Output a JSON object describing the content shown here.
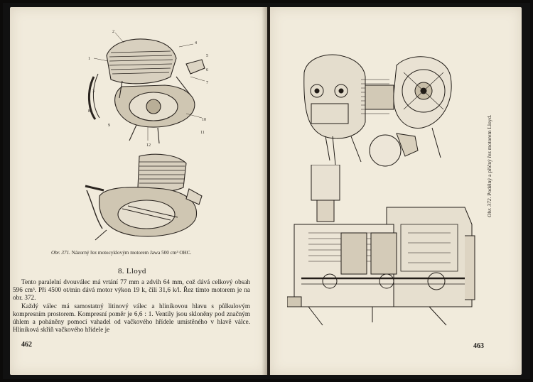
{
  "left_page": {
    "figure_top_labels": [
      "1",
      "2",
      "3",
      "4",
      "5",
      "6",
      "7",
      "8",
      "9",
      "10",
      "11",
      "12"
    ],
    "caption": {
      "label": "Obr. 371.",
      "text": "Názorný řez motocyklovým motorem Jawa 500 cm³ OHC."
    },
    "section_title": "8. Lloyd",
    "paragraphs": [
      "Tento paralelní dvouválec má vrtání 77 mm a zdvih 64 mm, což dává celkový obsah 596 cm³. Při 4500 ot/min dává motor výkon 19 k, čili 31,6 k/l. Řez tímto motorem je na obr. 372.",
      "Každý válec má samostatný litinový válec a hliníkovou hlavu s půlkulovým kompresním prostorem. Kompresní poměr je 6,6 : 1. Ventily jsou skloněny pod značným úhlem a poháněny pomocí vahadel od vačkového hřídele umístěného v hlavě válce. Hliníková skříň vačkového hřídele je"
    ],
    "page_number": "462"
  },
  "right_page": {
    "caption": {
      "label": "Obr. 372.",
      "text": "Podélný a příčný řez motorem Lloyd."
    },
    "page_number": "463"
  }
}
